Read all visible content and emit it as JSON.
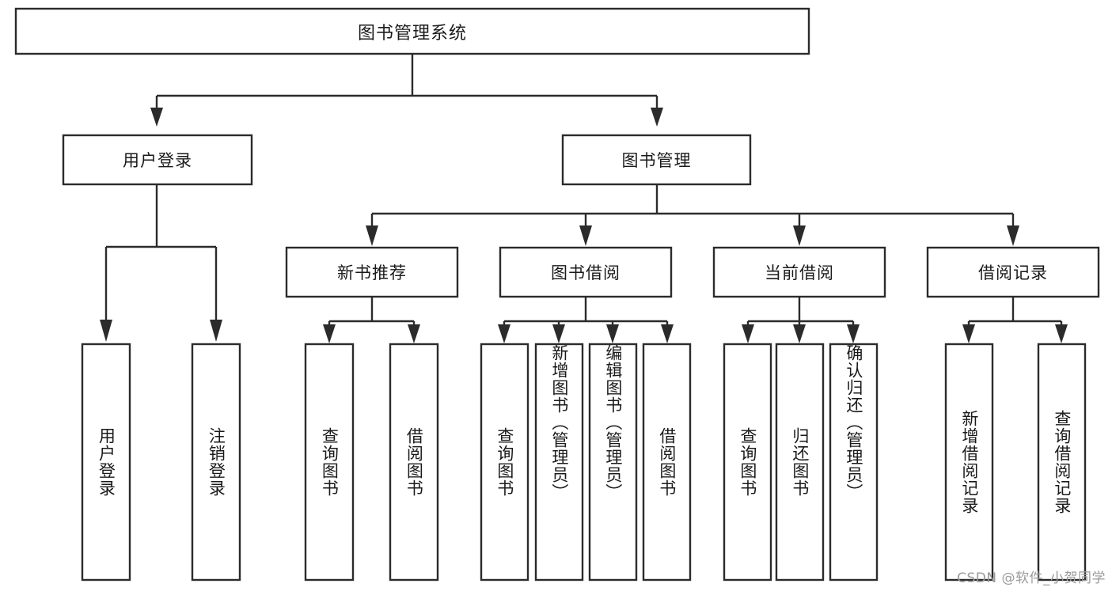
{
  "diagram": {
    "type": "tree-hierarchy",
    "title": "图书管理系统",
    "watermark": "CSDN @软件_小贺同学",
    "colors": {
      "stroke": "#2b2b2b",
      "box_fill": "#ffffff",
      "text": "#1a1a1a",
      "background": "#ffffff",
      "watermark": "#9a9a9a"
    },
    "root": {
      "label": "图书管理系统",
      "orientation": "horizontal"
    },
    "level2": [
      {
        "label": "用户登录",
        "orientation": "horizontal"
      },
      {
        "label": "图书管理",
        "orientation": "horizontal"
      }
    ],
    "level3": [
      {
        "label": "新书推荐",
        "orientation": "horizontal"
      },
      {
        "label": "图书借阅",
        "orientation": "horizontal"
      },
      {
        "label": "当前借阅",
        "orientation": "horizontal"
      },
      {
        "label": "借阅记录",
        "orientation": "horizontal"
      }
    ],
    "leaves": {
      "user_login": [
        {
          "label": "用户登录",
          "orientation": "vertical"
        },
        {
          "label": "注销登录",
          "orientation": "vertical"
        }
      ],
      "new_book_recommend": [
        {
          "label": "查询图书",
          "orientation": "vertical"
        },
        {
          "label": "借阅图书",
          "orientation": "vertical"
        }
      ],
      "book_borrow": [
        {
          "label": "查询图书",
          "orientation": "vertical"
        },
        {
          "label": "新增图书（管理员）",
          "orientation": "vertical"
        },
        {
          "label": "编辑图书（管理员）",
          "orientation": "vertical"
        },
        {
          "label": "借阅图书",
          "orientation": "vertical"
        }
      ],
      "current_borrow": [
        {
          "label": "查询图书",
          "orientation": "vertical"
        },
        {
          "label": "归还图书",
          "orientation": "vertical"
        },
        {
          "label": "确认归还（管理员）",
          "orientation": "vertical"
        }
      ],
      "borrow_record": [
        {
          "label": "新增借阅记录",
          "orientation": "vertical"
        },
        {
          "label": "查询借阅记录",
          "orientation": "vertical"
        }
      ]
    }
  }
}
